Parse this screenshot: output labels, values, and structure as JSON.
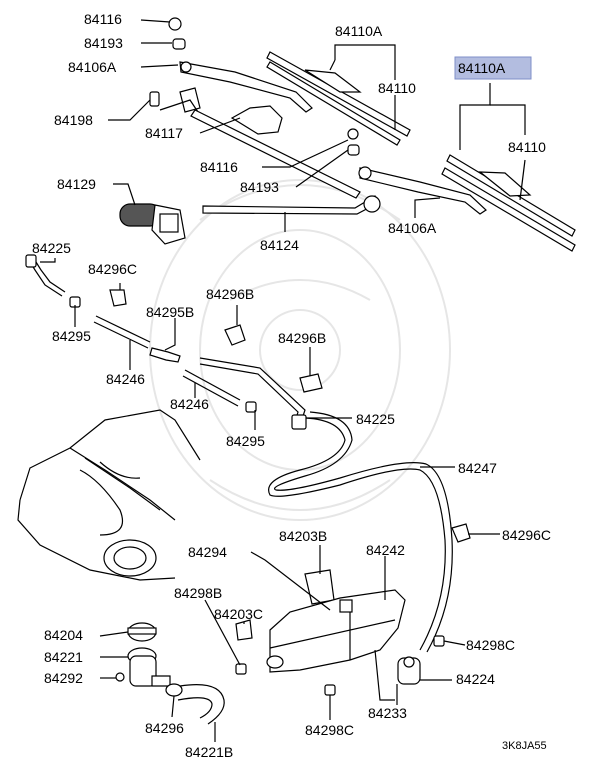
{
  "labels": {
    "l84116_top": "84116",
    "l84193_top": "84193",
    "l84106A_left": "84106A",
    "l84198": "84198",
    "l84117": "84117",
    "l84110A_mid": "84110A",
    "l84110_mid": "84110",
    "l84110A_right": "84110A",
    "l84110_right": "84110",
    "l84116_mid": "84116",
    "l84193_mid": "84193",
    "l84129": "84129",
    "l84106A_right": "84106A",
    "l84124": "84124",
    "l84225_left": "84225",
    "l84296C_left": "84296C",
    "l84296B_a": "84296B",
    "l84295_left": "84295",
    "l84295B": "84295B",
    "l84296B_b": "84296B",
    "l84246_a": "84246",
    "l84246_b": "84246",
    "l84225_right": "84225",
    "l84295_mid": "84295",
    "l84247": "84247",
    "l84296C_right": "84296C",
    "l84294": "84294",
    "l84203B": "84203B",
    "l84242": "84242",
    "l84298B": "84298B",
    "l84203C": "84203C",
    "l84204": "84204",
    "l84221": "84221",
    "l84292": "84292",
    "l84298C_right": "84298C",
    "l84224": "84224",
    "l84296": "84296",
    "l84298C_bottom": "84298C",
    "l84233": "84233",
    "l84221B": "84221B",
    "code": "3K8JA55"
  },
  "highlight_color": "#b3bde0"
}
